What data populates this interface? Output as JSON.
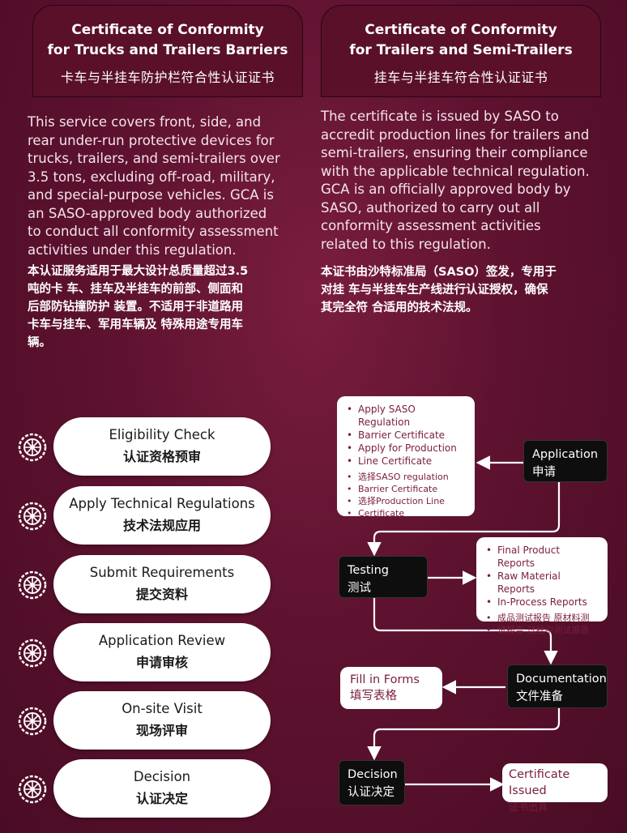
{
  "left_card": {
    "title_line1": "Certificate of Conformity",
    "title_line2": "for Trucks and Trailers Barriers",
    "title_cn": "卡车与半挂车防护栏符合性认证证书"
  },
  "right_card": {
    "title_line1": "Certificate of Conformity",
    "title_line2": "for Trailers and Semi-Trailers",
    "title_cn": "挂车与半挂车符合性认证证书"
  },
  "left_para": {
    "en": [
      "This service covers front, side, and",
      "rear under-run protective devices for",
      "trucks, trailers, and semi-trailers over",
      "3.5 tons, excluding off-road, military,",
      "and special-purpose vehicles. GCA is",
      "an SASO-approved body authorized",
      "to conduct all conformity assessment",
      "activities under this regulation."
    ],
    "cn": [
      "本认证服务适用于最大设计总质量超过3.5",
      "吨的卡 车、挂车及半挂车的前部、侧面和",
      "后部防钻撞防护 装置。不适用于非道路用",
      "卡车与挂车、军用车辆及 特殊用途专用车",
      "辆。"
    ]
  },
  "right_para": {
    "en": [
      "The certificate is issued by SASO to",
      "accredit production lines for trailers and",
      "semi-trailers, ensuring their compliance",
      "with the applicable technical regulation.",
      "GCA is an officially approved body by",
      "SASO, authorized to carry out all",
      "conformity assessment activities",
      "related to this regulation."
    ],
    "cn": [
      "本证书由沙特标准局（SASO）签发，专用于",
      "对挂 车与半挂车生产线进行认证授权，确保",
      "其完全符 合适用的技术法规。"
    ]
  },
  "steps": [
    {
      "en": "Eligibility Check",
      "cn": "认证资格预审"
    },
    {
      "en": "Apply Technical Regulations",
      "cn": "技术法规应用"
    },
    {
      "en": "Submit Requirements",
      "cn": "提交资料"
    },
    {
      "en": "Application Review",
      "cn": "申请审核"
    },
    {
      "en": "On-site Visit",
      "cn": "现场评审"
    },
    {
      "en": "Decision",
      "cn": "认证决定"
    }
  ],
  "flow": {
    "apply_box": {
      "en": [
        "Apply SASO Regulation",
        "Barrier Certificate",
        "Apply for Production",
        "Line Certificate"
      ],
      "cn": [
        "选择SASO regulation",
        "Barrier Certificate",
        "选择Production Line",
        "Certificate"
      ]
    },
    "application": {
      "en": "Application",
      "cn": "申请"
    },
    "testing": {
      "en": "Testing",
      "cn": "测试"
    },
    "reports_box": {
      "en": [
        "Final Product Reports",
        "Raw Material Reports",
        "In-Process Reports"
      ],
      "cn": [
        "成品测试报告 原材料测",
        "试报告 过程中测试报告"
      ]
    },
    "documentation": {
      "en": "Documentation",
      "cn": "文件准备"
    },
    "fill_forms": {
      "en": "Fill in Forms",
      "cn": "填写表格"
    },
    "decision": {
      "en": "Decision",
      "cn": "认证决定"
    },
    "certificate": {
      "en": "Certificate Issued",
      "cn": "证书出具"
    }
  },
  "colors": {
    "background": "#5e1230",
    "card": "#5a1029",
    "accent": "#7a1d3e"
  },
  "icons": {
    "step_icon": "wheel-gear-icon",
    "arrow": "arrow-icon"
  }
}
